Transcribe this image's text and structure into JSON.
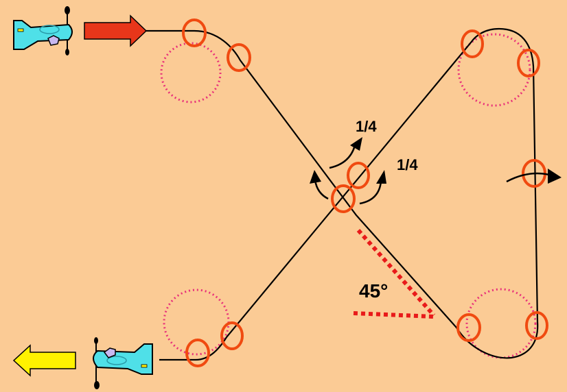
{
  "colors": {
    "background": "#FBCB95",
    "path": "#000000",
    "marker": "#F04A10",
    "dotted_circle": "#E8307A",
    "angle_guide": "#E81A1A",
    "entry_arrow": "#E8361A",
    "exit_arrow": "#FFF200",
    "plane_body": "#4FE0E8",
    "plane_canopy": "#C8B8F0"
  },
  "labels": {
    "roll_quarter_upper": "1/4",
    "roll_quarter_lower": "1/4",
    "angle": "45°"
  },
  "icons": {
    "entry_plane": "airplane-icon",
    "exit_plane": "airplane-icon",
    "entry_arrow": "arrow-right-icon",
    "exit_arrow": "arrow-left-icon",
    "roll_arrow": "roll-arrow-icon"
  }
}
